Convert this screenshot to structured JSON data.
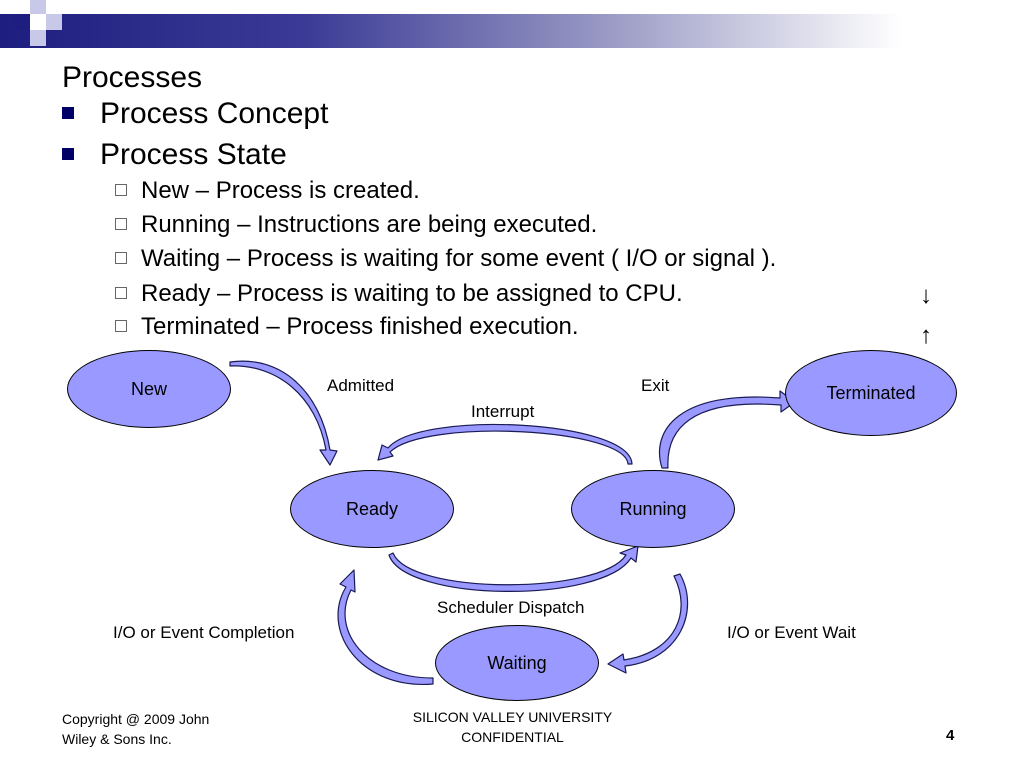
{
  "slide": {
    "title": "Processes",
    "bullets": [
      {
        "text": "Process Concept"
      },
      {
        "text": "Process State"
      }
    ],
    "sub_bullets": [
      {
        "text": "New – Process is created."
      },
      {
        "text": "Running – Instructions are being executed."
      },
      {
        "text": "Waiting – Process is waiting for some event ( I/O or signal )."
      },
      {
        "text": "Ready – Process is waiting to be assigned to CPU."
      },
      {
        "text": "Terminated – Process finished execution."
      }
    ],
    "side_arrows": {
      "down": "↓",
      "up": "↑"
    }
  },
  "diagram": {
    "states": {
      "new": "New",
      "ready": "Ready",
      "running": "Running",
      "waiting": "Waiting",
      "terminated": "Terminated"
    },
    "transitions": {
      "admitted": "Admitted",
      "exit": "Exit",
      "interrupt": "Interrupt",
      "scheduler_dispatch": "Scheduler Dispatch",
      "io_completion": "I/O or Event Completion",
      "io_wait": "I/O or Event Wait"
    }
  },
  "footer": {
    "copyright_line1": "Copyright @ 2009 John",
    "copyright_line2": "Wiley & Sons Inc.",
    "center_line1": "SILICON VALLEY UNIVERSITY",
    "center_line2": "CONFIDENTIAL",
    "page_number": "4"
  },
  "colors": {
    "node_fill": "#9999ff",
    "arrow_fill": "#9999ff",
    "bullet": "#000066",
    "header_dark": "#1e1e80"
  }
}
